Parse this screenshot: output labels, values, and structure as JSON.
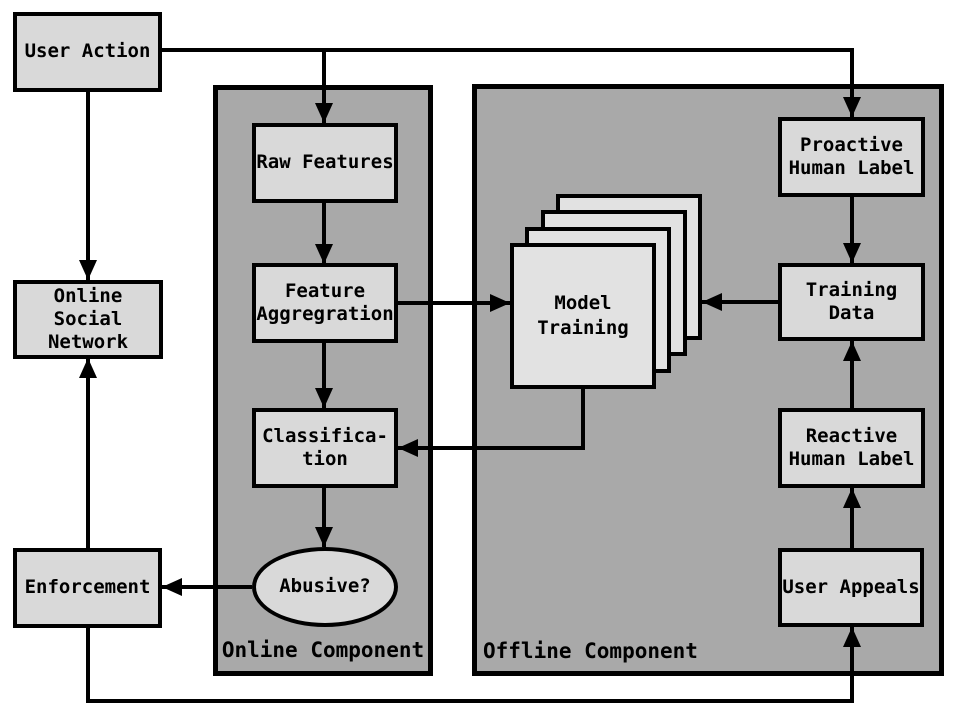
{
  "nodes": {
    "user_action": {
      "label": "User Action"
    },
    "online_social_network": {
      "label": "Online\nSocial\nNetwork"
    },
    "enforcement": {
      "label": "Enforcement"
    },
    "raw_features": {
      "label": "Raw Features"
    },
    "feature_aggregation": {
      "label": "Feature\nAggregration"
    },
    "classification": {
      "label": "Classifica-\ntion"
    },
    "abusive": {
      "label": "Abusive?"
    },
    "model_training": {
      "label": "Model\nTraining"
    },
    "proactive_human_label": {
      "label": "Proactive\nHuman Label"
    },
    "training_data": {
      "label": "Training\nData"
    },
    "reactive_human_label": {
      "label": "Reactive\nHuman Label"
    },
    "user_appeals": {
      "label": "User Appeals"
    }
  },
  "containers": {
    "online": {
      "label": "Online Component"
    },
    "offline": {
      "label": "Offline Component"
    }
  },
  "colors": {
    "background": "#ffffff",
    "node_fill": "#d9d9d9",
    "stack_fill": "#e2e2e2",
    "container_fill": "#a9a9a9",
    "line": "#000000"
  },
  "edges": [
    {
      "from": "user_action",
      "to": "proactive_human_label"
    },
    {
      "from": "user_action",
      "to": "raw_features"
    },
    {
      "from": "user_action",
      "to": "online_social_network"
    },
    {
      "from": "raw_features",
      "to": "feature_aggregation"
    },
    {
      "from": "feature_aggregation",
      "to": "model_training"
    },
    {
      "from": "feature_aggregation",
      "to": "classification"
    },
    {
      "from": "model_training",
      "to": "classification"
    },
    {
      "from": "classification",
      "to": "abusive"
    },
    {
      "from": "abusive",
      "to": "enforcement"
    },
    {
      "from": "enforcement",
      "to": "online_social_network"
    },
    {
      "from": "enforcement",
      "to": "user_appeals"
    },
    {
      "from": "proactive_human_label",
      "to": "training_data"
    },
    {
      "from": "training_data",
      "to": "model_training"
    },
    {
      "from": "reactive_human_label",
      "to": "training_data"
    },
    {
      "from": "user_appeals",
      "to": "reactive_human_label"
    }
  ]
}
